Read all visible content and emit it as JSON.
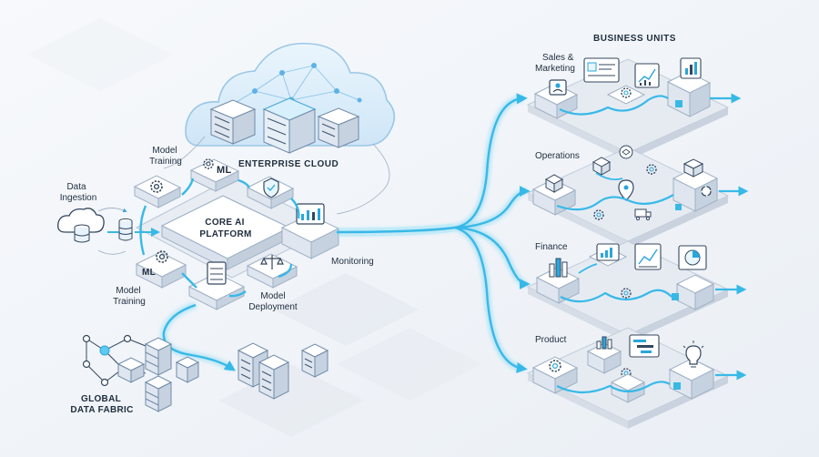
{
  "labels": {
    "enterprise_cloud": "ENTERPRISE CLOUD",
    "core_platform_line1": "CORE AI",
    "core_platform_line2": "PLATFORM",
    "ml_tag_top": "ML",
    "ml_tag_bottom": "ML",
    "model_training_top_line1": "Model",
    "model_training_top_line2": "Training",
    "data_ingestion_line1": "Data",
    "data_ingestion_line2": "Ingestion",
    "model_training_bottom_line1": "Model",
    "model_training_bottom_line2": "Training",
    "model_deployment_line1": "Model",
    "model_deployment_line2": "Deployment",
    "monitoring": "Monitoring",
    "global_data_fabric_line1": "GLOBAL",
    "global_data_fabric_line2": "DATA FABRIC",
    "business_units": "BUSINESS UNITS",
    "sales_line1": "Sales &",
    "sales_line2": "Marketing",
    "operations": "Operations",
    "finance": "Finance",
    "product": "Product"
  },
  "colors": {
    "flow": "#37b9e8",
    "flow_light": "#9fe3f7",
    "block_top": "#ffffff",
    "block_side": "#dde4ee",
    "block_edge": "#b7c3d3",
    "icon": "#34475e",
    "accent": "#2aa6dc"
  },
  "icons": {
    "cloud": "cloud-icon",
    "server": "server-rack-icon",
    "database": "database-icon",
    "gear": "gear-icon",
    "chart": "chart-icon",
    "user": "user-icon",
    "location": "location-pin-icon",
    "scale": "balance-scale-icon",
    "lightbulb": "lightbulb-icon",
    "shield": "shield-icon",
    "box": "box-icon"
  }
}
